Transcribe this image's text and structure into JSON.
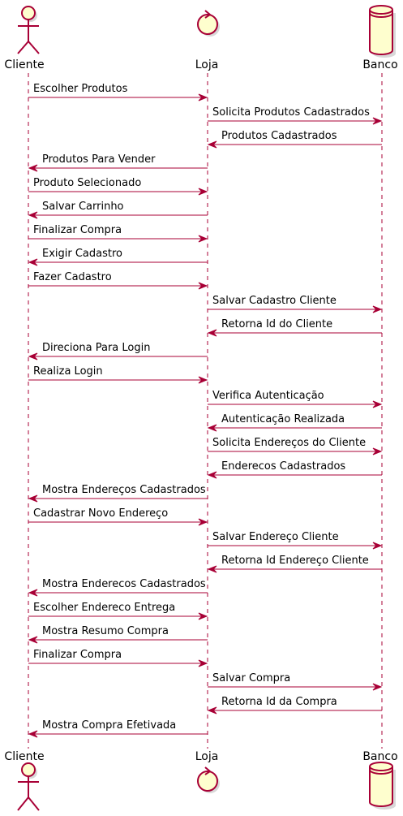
{
  "colors": {
    "line": "#a80036",
    "fill": "#fefece",
    "text": "#000000",
    "background": "#ffffff"
  },
  "participants": [
    {
      "id": "cliente",
      "label": "Cliente",
      "kind": "actor"
    },
    {
      "id": "loja",
      "label": "Loja",
      "kind": "control"
    },
    {
      "id": "banco",
      "label": "Banco",
      "kind": "database"
    }
  ],
  "messages": [
    {
      "from": "cliente",
      "to": "loja",
      "label": "Escolher Produtos"
    },
    {
      "from": "loja",
      "to": "banco",
      "label": "Solicita Produtos Cadastrados"
    },
    {
      "from": "banco",
      "to": "loja",
      "label": "Produtos Cadastrados"
    },
    {
      "from": "loja",
      "to": "cliente",
      "label": "Produtos Para Vender"
    },
    {
      "from": "cliente",
      "to": "loja",
      "label": "Produto Selecionado"
    },
    {
      "from": "loja",
      "to": "cliente",
      "label": "Salvar Carrinho"
    },
    {
      "from": "cliente",
      "to": "loja",
      "label": "Finalizar Compra"
    },
    {
      "from": "loja",
      "to": "cliente",
      "label": "Exigir Cadastro"
    },
    {
      "from": "cliente",
      "to": "loja",
      "label": "Fazer Cadastro"
    },
    {
      "from": "loja",
      "to": "banco",
      "label": "Salvar Cadastro Cliente"
    },
    {
      "from": "banco",
      "to": "loja",
      "label": "Retorna Id do Cliente"
    },
    {
      "from": "loja",
      "to": "cliente",
      "label": "Direciona Para Login"
    },
    {
      "from": "cliente",
      "to": "loja",
      "label": "Realiza Login"
    },
    {
      "from": "loja",
      "to": "banco",
      "label": "Verifica Autenticação"
    },
    {
      "from": "banco",
      "to": "loja",
      "label": "Autenticação Realizada"
    },
    {
      "from": "loja",
      "to": "banco",
      "label": "Solicita Endereços do Cliente"
    },
    {
      "from": "banco",
      "to": "loja",
      "label": "Enderecos Cadastrados"
    },
    {
      "from": "loja",
      "to": "cliente",
      "label": "Mostra Endereços Cadastrados"
    },
    {
      "from": "cliente",
      "to": "loja",
      "label": "Cadastrar Novo Endereço"
    },
    {
      "from": "loja",
      "to": "banco",
      "label": "Salvar Endereço Cliente"
    },
    {
      "from": "banco",
      "to": "loja",
      "label": "Retorna Id Endereço Cliente"
    },
    {
      "from": "loja",
      "to": "cliente",
      "label": "Mostra Enderecos Cadastrados"
    },
    {
      "from": "cliente",
      "to": "loja",
      "label": "Escolher Endereco Entrega"
    },
    {
      "from": "loja",
      "to": "cliente",
      "label": "Mostra Resumo Compra"
    },
    {
      "from": "cliente",
      "to": "loja",
      "label": "Finalizar Compra"
    },
    {
      "from": "loja",
      "to": "banco",
      "label": "Salvar Compra"
    },
    {
      "from": "banco",
      "to": "loja",
      "label": "Retorna Id da Compra"
    },
    {
      "from": "loja",
      "to": "cliente",
      "label": "Mostra Compra Efetivada"
    }
  ]
}
